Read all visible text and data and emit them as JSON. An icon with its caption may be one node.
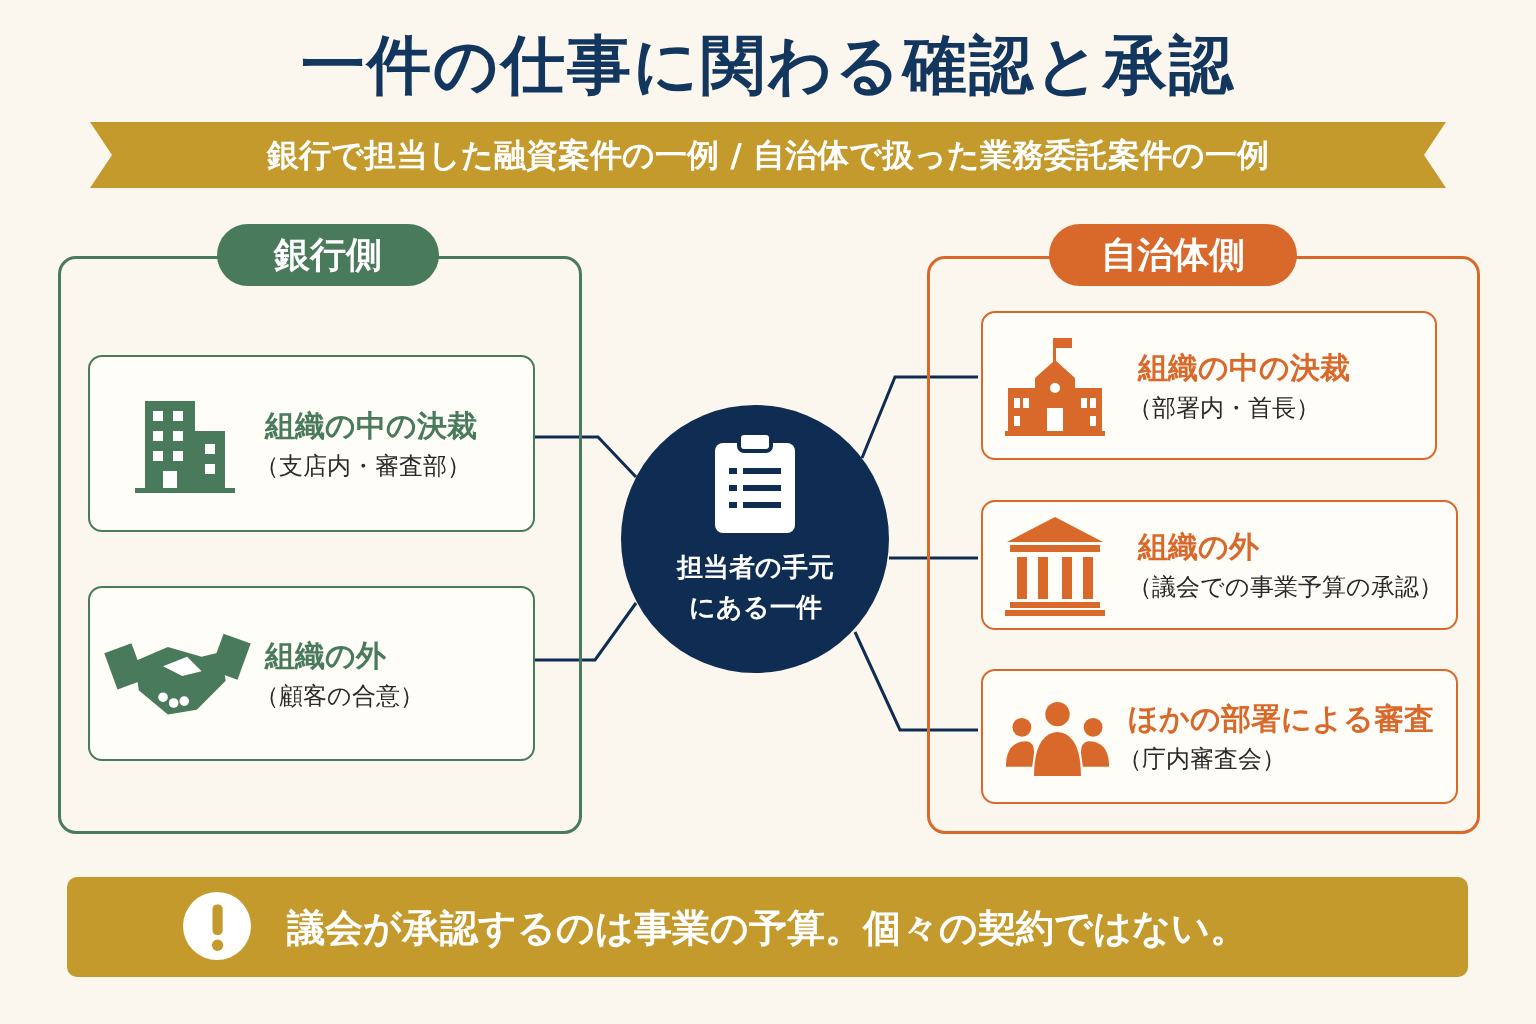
{
  "diagram": {
    "title": "一件の仕事に関わる確認と承認",
    "nodes": [
      {
        "text": [
          "銀行で担当した融資案件の一例 / 自治体で扱った業務委託案件の一例"
        ]
      },
      {
        "text": [
          "銀行側"
        ]
      },
      {
        "text": [
          "組織の中の決裁",
          "（支店内・審査部）"
        ],
        "in": 1
      },
      {
        "text": [
          "組織の外",
          "（顧客の合意）"
        ],
        "in": 1
      },
      {
        "text": [
          "担当者の手元にある一件"
        ]
      },
      {
        "text": [
          "自治体側"
        ]
      },
      {
        "text": [
          "組織の中の決裁",
          "（部署内・首長）"
        ],
        "in": 5
      },
      {
        "text": [
          "組織の外",
          "（議会での事業予算の承認）"
        ],
        "in": 5
      },
      {
        "text": [
          "ほかの部署による審査",
          "（庁内審査会）"
        ],
        "in": 5
      },
      {
        "text": [
          "議会が承認するのは事業の予算。個々の契約ではない。"
        ]
      }
    ],
    "edges": [
      {
        "from": 4,
        "to": 2,
        "arrow": "none"
      },
      {
        "from": 4,
        "to": 3,
        "arrow": "none"
      },
      {
        "from": 4,
        "to": 6,
        "arrow": "none"
      },
      {
        "from": 4,
        "to": 7,
        "arrow": "none"
      },
      {
        "from": 4,
        "to": 8,
        "arrow": "none"
      }
    ]
  }
}
